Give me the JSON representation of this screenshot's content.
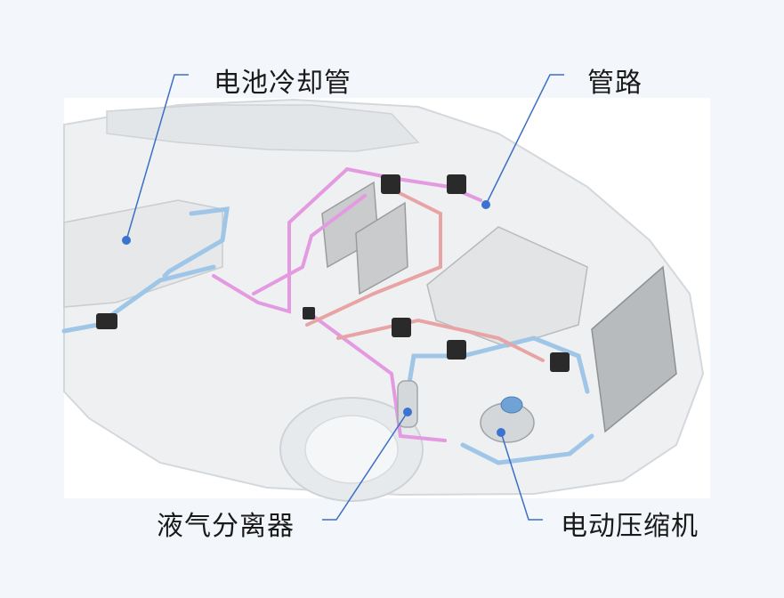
{
  "callouts": {
    "battery_cooling_pipe": "电池冷却管",
    "pipeline": "管路",
    "liquid_gas_separator": "液气分离器",
    "electric_compressor": "电动压缩机"
  },
  "colors": {
    "leader_line": "#3b6fc6",
    "leader_dot": "#3b73d1",
    "hot_pipe": "#e39ae0",
    "cold_pipe": "#9fc6e6",
    "red_pipe": "#e8a4a4"
  }
}
